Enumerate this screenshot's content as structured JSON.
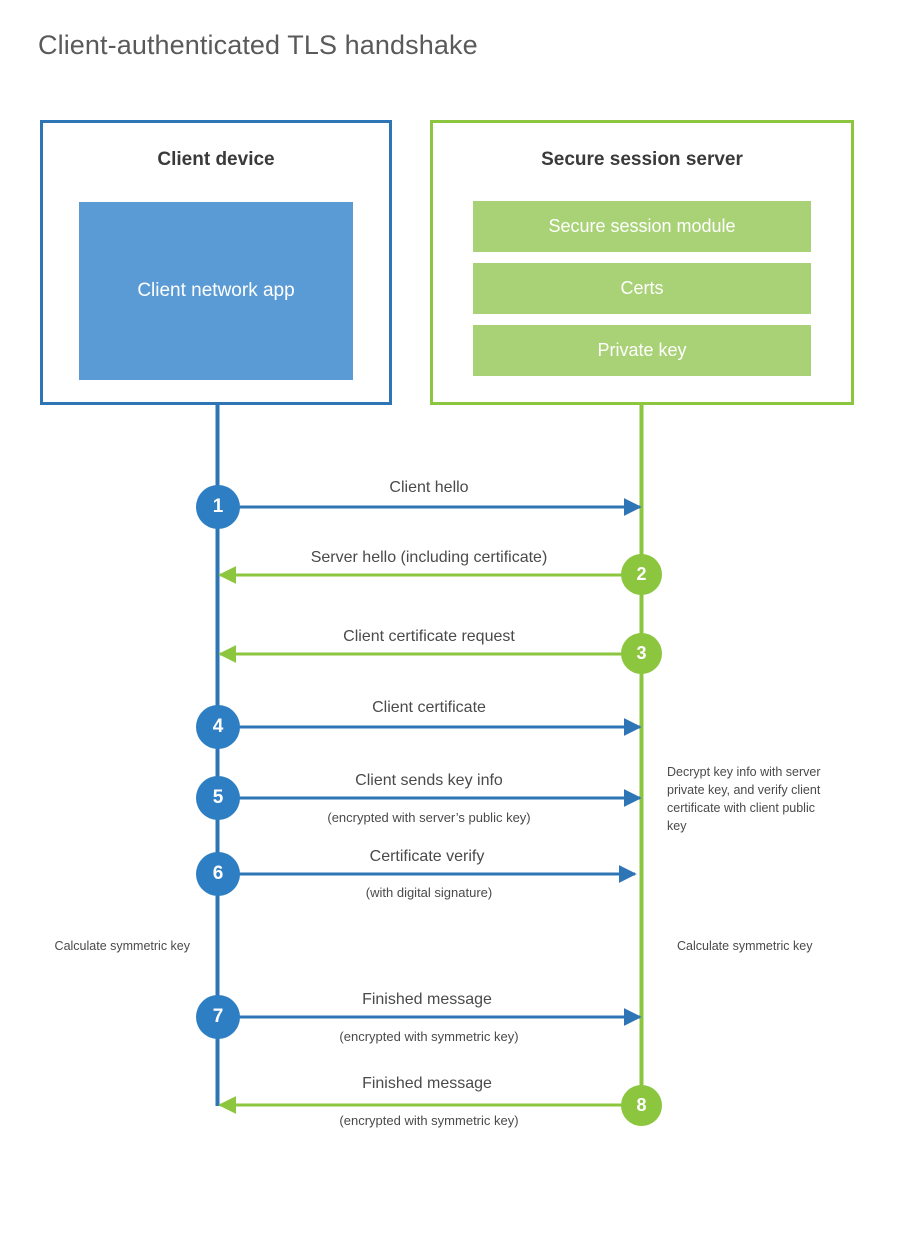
{
  "title": "Client-authenticated TLS handshake",
  "colors": {
    "client_border": "#2E75B6",
    "client_fill": "#5B9BD5",
    "client_circle": "#2E7EC4",
    "server_border": "#8CC63F",
    "server_fill": "#A9D276",
    "server_circle": "#8CC63F",
    "text": "#4a4a4a",
    "title_text": "#5a5a5a",
    "background": "#ffffff"
  },
  "actors": {
    "client": {
      "title": "Client device",
      "component": "Client network app"
    },
    "server": {
      "title": "Secure session server",
      "components": [
        "Secure session module",
        "Certs",
        "Private key"
      ]
    }
  },
  "steps": [
    {
      "number": "1",
      "label": "Client hello",
      "sub": "",
      "direction": "to-server",
      "side": "client"
    },
    {
      "number": "2",
      "label": "Server hello (including certificate)",
      "sub": "",
      "direction": "to-client",
      "side": "server"
    },
    {
      "number": "3",
      "label": "Client certificate request",
      "sub": "",
      "direction": "to-client",
      "side": "server"
    },
    {
      "number": "4",
      "label": "Client certificate",
      "sub": "",
      "direction": "to-server",
      "side": "client"
    },
    {
      "number": "5",
      "label": "Client sends key info",
      "sub": "(encrypted with server’s public key)",
      "direction": "to-server",
      "side": "client"
    },
    {
      "number": "6",
      "label": "Certificate verify",
      "sub": "(with digital signature)",
      "direction": "to-server",
      "side": "client"
    },
    {
      "number": "7",
      "label": "Finished message",
      "sub": "(encrypted with symmetric key)",
      "direction": "to-server",
      "side": "client"
    },
    {
      "number": "8",
      "label": "Finished message",
      "sub": "(encrypted with symmetric key)",
      "direction": "to-client",
      "side": "server"
    }
  ],
  "annotations": {
    "server_decrypt": "Decrypt key info with server private key, and verify client certificate with client public key",
    "client_calculate": "Calculate symmetric key",
    "server_calculate": "Calculate symmetric key"
  }
}
